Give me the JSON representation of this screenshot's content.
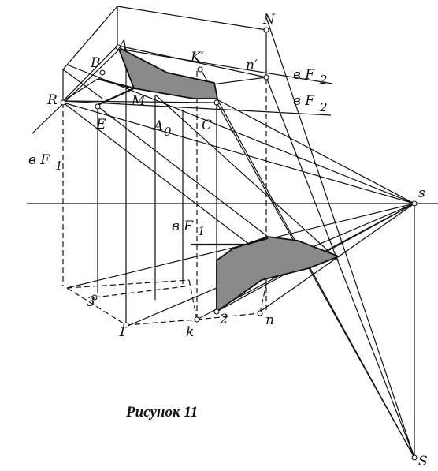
{
  "labels": {
    "N": "N",
    "A": "A",
    "B": "B",
    "K_prime": "K′",
    "n_prime": "n′",
    "vF2_top": "в F",
    "vF2_top_sub": "2",
    "vF2_mid": "в F",
    "vF2_mid_sub": "2",
    "R": "R",
    "M": "M",
    "E": "E",
    "A0": "A",
    "A0_sub": "0",
    "C": "C",
    "vF1_left": "в F",
    "vF1_left_sub": "1",
    "s": "s",
    "vF1_low": "в F",
    "vF1_low_sub": "1",
    "three": "3",
    "one": "1",
    "two": "2",
    "k": "k",
    "n": "n",
    "S": "S"
  },
  "caption": "Рисунок 11"
}
